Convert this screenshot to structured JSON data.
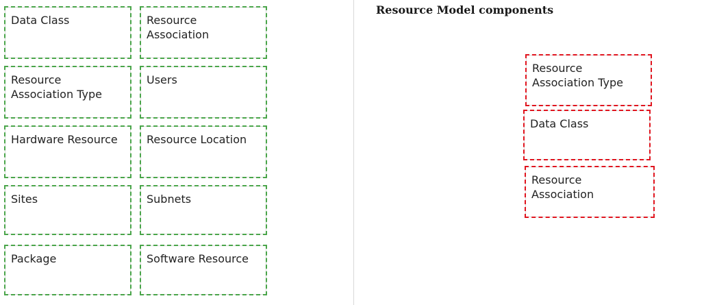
{
  "source_items": [
    "Data Class",
    "Resource\nAssociation",
    "Resource\nAssociation Type",
    "Users",
    "Hardware Resource",
    "Resource Location",
    "Sites",
    "Subnets",
    "Package",
    "Software Resource"
  ],
  "answer_area": {
    "heading": "Resource Model components",
    "slots": [
      "Resource\nAssociation Type",
      "Data Class",
      "Resource\nAssociation"
    ]
  }
}
